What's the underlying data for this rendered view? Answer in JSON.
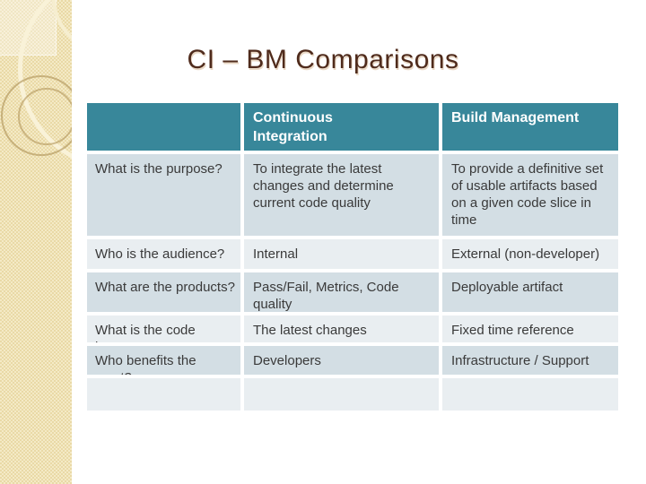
{
  "slide_title": "CI – BM Comparisons",
  "table": {
    "header": {
      "blank": "",
      "continuous_integration": "Continuous Integration",
      "build_management": "Build Management"
    },
    "rows": [
      {
        "question": "What is the purpose?",
        "ci": "To integrate the latest changes and determine current code quality",
        "bm": "To provide a definitive set of usable artifacts based on a given code slice in time"
      },
      {
        "question": "Who is the audience?",
        "ci": "Internal",
        "bm": "External (non-developer)"
      },
      {
        "question": "What are the products?",
        "ci": "Pass/Fail, Metrics, Code quality",
        "bm": "Deployable artifact"
      },
      {
        "question": "What is the code base?",
        "ci": "The latest changes",
        "bm": "Fixed time reference"
      },
      {
        "question": "Who benefits the most?",
        "ci": "Developers",
        "bm": "Infrastructure / Support"
      },
      {
        "question": "",
        "ci": "",
        "bm": ""
      }
    ]
  },
  "colors": {
    "header_teal": "#38879a",
    "row_dark": "#d3dee4",
    "row_light": "#e9eef1",
    "title_brown": "#4f2b1c",
    "sidebar_beige": "#e9d9a6",
    "sidebar_ring_tan": "#b2965c",
    "header_text": "#ffffff",
    "body_text": "#3a3a3a"
  }
}
